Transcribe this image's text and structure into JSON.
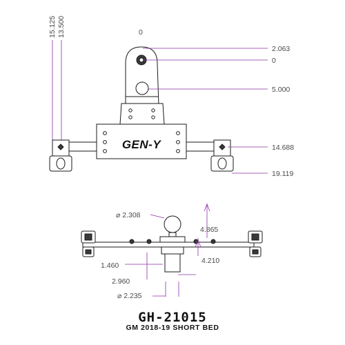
{
  "title": {
    "part_number": "GH-21015",
    "fitment": "GM 2018-19 SHORT BED"
  },
  "logo": "GEN-Y",
  "top_view": {
    "vertical_dims": [
      "15.125",
      "13.500"
    ],
    "top_label": "0",
    "right_dims": [
      "2.063",
      "0",
      "5.000",
      "14.688",
      "19.119"
    ]
  },
  "side_view": {
    "dims": {
      "ball_dia": "⌀ 2.308",
      "ball_height": "4.865",
      "plate_height": "4.210",
      "shank_offset": "1.460",
      "shank_length": "2.960",
      "shank_dia": "⌀ 2.235"
    }
  },
  "colors": {
    "dimension_line": "#8b2fa3",
    "text": "#4a4a4a",
    "part_outline": "#1a1a1a"
  }
}
